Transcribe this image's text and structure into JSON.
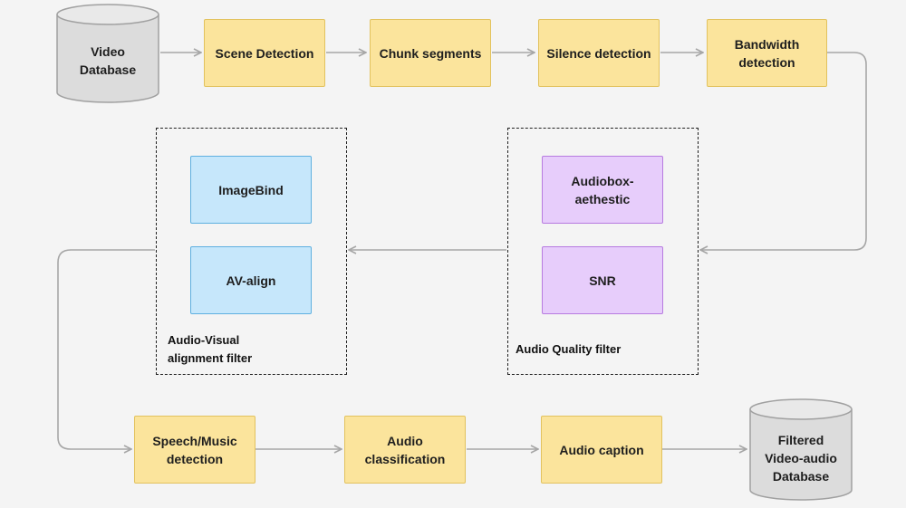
{
  "nodes": {
    "video_database": "Video\nDatabase",
    "scene_detection": "Scene Detection",
    "chunk_segments": "Chunk segments",
    "silence_detection": "Silence detection",
    "bandwidth_detection": "Bandwidth\ndetection",
    "imagebind": "ImageBind",
    "av_align": "AV-align",
    "audiobox_aesthetic": "Audiobox-\naethestic",
    "snr": "SNR",
    "speech_music_detection": "Speech/Music\ndetection",
    "audio_classification": "Audio\nclassification",
    "audio_caption": "Audio caption",
    "filtered_database": "Filtered\nVideo-audio\nDatabase"
  },
  "groups": {
    "av_filter_label": "Audio-Visual\nalignment filter",
    "aq_filter_label": "Audio Quality filter"
  },
  "colors": {
    "process": "#fbe49c",
    "alignment_model": "#c6e7fb",
    "quality_model": "#e7cdfb",
    "database": "#dcdcdc",
    "arrow": "#a6a6a6"
  }
}
